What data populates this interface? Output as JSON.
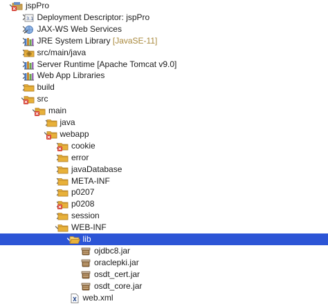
{
  "project_explorer": {
    "colors": {
      "selection": "#2c55d6",
      "text": "#1a1a1a",
      "decoration": "#a8883c",
      "folder": "#e8b13a",
      "error_badge": "#d43a2f"
    },
    "rows": [
      {
        "id": "jsppro",
        "label": "jspPro",
        "suffix": "",
        "icon": "project-error-icon",
        "chevron": "expanded",
        "level": 0,
        "selected": false
      },
      {
        "id": "deployment-descriptor",
        "label": "Deployment Descriptor: jspPro",
        "suffix": "",
        "icon": "deployment-descriptor-icon",
        "chevron": "collapsed",
        "level": 1,
        "selected": false
      },
      {
        "id": "jax-ws",
        "label": "JAX-WS Web Services",
        "suffix": "",
        "icon": "web-services-icon",
        "chevron": "collapsed",
        "level": 1,
        "selected": false
      },
      {
        "id": "jre-system-library",
        "label": "JRE System Library",
        "suffix": " [JavaSE-11]",
        "icon": "library-icon",
        "chevron": "collapsed",
        "level": 1,
        "selected": false
      },
      {
        "id": "src-main-java",
        "label": "src/main/java",
        "suffix": "",
        "icon": "source-folder-icon",
        "chevron": "collapsed",
        "level": 1,
        "selected": false
      },
      {
        "id": "server-runtime",
        "label": "Server Runtime [Apache Tomcat v9.0]",
        "suffix": "",
        "icon": "library-icon",
        "chevron": "collapsed",
        "level": 1,
        "selected": false
      },
      {
        "id": "web-app-libraries",
        "label": "Web App Libraries",
        "suffix": "",
        "icon": "library-icon",
        "chevron": "collapsed",
        "level": 1,
        "selected": false
      },
      {
        "id": "build",
        "label": "build",
        "suffix": "",
        "icon": "folder-icon",
        "chevron": "collapsed",
        "level": 1,
        "selected": false
      },
      {
        "id": "src",
        "label": "src",
        "suffix": "",
        "icon": "folder-error-icon",
        "chevron": "expanded",
        "level": 1,
        "selected": false
      },
      {
        "id": "main",
        "label": "main",
        "suffix": "",
        "icon": "folder-error-icon",
        "chevron": "expanded",
        "level": 2,
        "selected": false
      },
      {
        "id": "java",
        "label": "java",
        "suffix": "",
        "icon": "folder-icon",
        "chevron": "collapsed",
        "level": 3,
        "selected": false
      },
      {
        "id": "webapp",
        "label": "webapp",
        "suffix": "",
        "icon": "folder-error-icon",
        "chevron": "expanded",
        "level": 3,
        "selected": false
      },
      {
        "id": "cookie",
        "label": "cookie",
        "suffix": "",
        "icon": "folder-error-icon",
        "chevron": "collapsed",
        "level": 4,
        "selected": false
      },
      {
        "id": "error",
        "label": "error",
        "suffix": "",
        "icon": "folder-icon",
        "chevron": "collapsed",
        "level": 4,
        "selected": false
      },
      {
        "id": "javadatabase",
        "label": "javaDatabase",
        "suffix": "",
        "icon": "folder-icon",
        "chevron": "collapsed",
        "level": 4,
        "selected": false
      },
      {
        "id": "meta-inf",
        "label": "META-INF",
        "suffix": "",
        "icon": "folder-icon",
        "chevron": "collapsed",
        "level": 4,
        "selected": false
      },
      {
        "id": "p0207",
        "label": "p0207",
        "suffix": "",
        "icon": "folder-icon",
        "chevron": "collapsed",
        "level": 4,
        "selected": false
      },
      {
        "id": "p0208",
        "label": "p0208",
        "suffix": "",
        "icon": "folder-error-icon",
        "chevron": "collapsed",
        "level": 4,
        "selected": false
      },
      {
        "id": "session",
        "label": "session",
        "suffix": "",
        "icon": "folder-icon",
        "chevron": "collapsed",
        "level": 4,
        "selected": false
      },
      {
        "id": "web-inf",
        "label": "WEB-INF",
        "suffix": "",
        "icon": "folder-icon",
        "chevron": "expanded",
        "level": 4,
        "selected": false
      },
      {
        "id": "lib",
        "label": "lib",
        "suffix": "",
        "icon": "folder-open-icon",
        "chevron": "expanded",
        "level": 5,
        "selected": true
      },
      {
        "id": "ojdbc8",
        "label": "ojdbc8.jar",
        "suffix": "",
        "icon": "jar-icon",
        "chevron": "none",
        "level": 6,
        "selected": false
      },
      {
        "id": "oraclepki",
        "label": "oraclepki.jar",
        "suffix": "",
        "icon": "jar-icon",
        "chevron": "none",
        "level": 6,
        "selected": false
      },
      {
        "id": "osdt-cert",
        "label": "osdt_cert.jar",
        "suffix": "",
        "icon": "jar-icon",
        "chevron": "none",
        "level": 6,
        "selected": false
      },
      {
        "id": "osdt-core",
        "label": "osdt_core.jar",
        "suffix": "",
        "icon": "jar-icon",
        "chevron": "none",
        "level": 6,
        "selected": false
      },
      {
        "id": "web-xml",
        "label": "web.xml",
        "suffix": "",
        "icon": "xml-file-icon",
        "chevron": "none",
        "level": 5,
        "selected": false
      }
    ]
  }
}
